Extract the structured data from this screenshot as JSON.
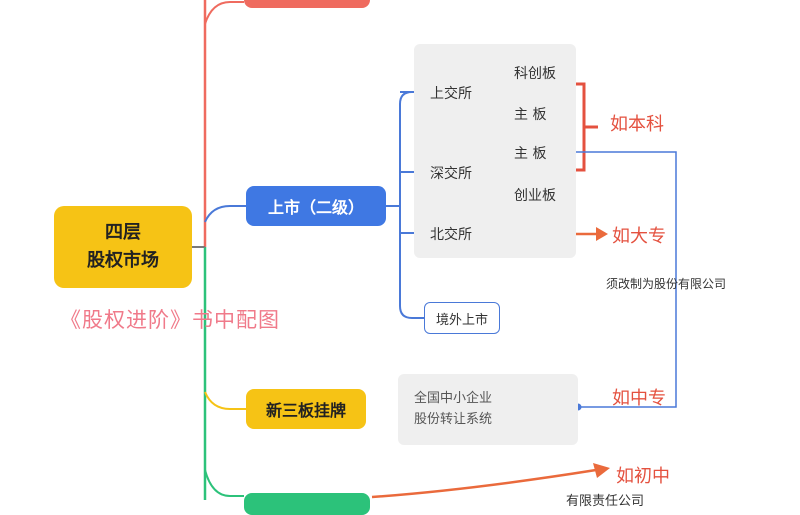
{
  "root": {
    "line1": "四层",
    "line2": "股权市场"
  },
  "caption": "《股权进阶》书中配图",
  "branches": {
    "listing": "上市（二级）",
    "neeq": "新三板挂牌"
  },
  "exchanges": {
    "sse": "上交所",
    "szse": "深交所",
    "bse": "北交所",
    "overseas": "境外上市"
  },
  "boards": {
    "star": "科创板",
    "sse_main": "主 板",
    "szse_main": "主 板",
    "chinext": "创业板"
  },
  "neeq_detail": {
    "line1": "全国中小企业",
    "line2": "股份转让系统"
  },
  "education_tiers": {
    "undergrad": "如本科",
    "college": "如大专",
    "tech_secondary": "如中专",
    "junior_high": "如初中"
  },
  "notes": {
    "joint_stock": "须改制为股份有限公司",
    "llc": "有限责任公司"
  },
  "colors": {
    "spine_red": "#ef6b5f",
    "spine_green": "#2cc27a",
    "wire_blue": "#4a79d8",
    "arrow_orange": "#ea6a3c",
    "bracket_red": "#e4513f"
  }
}
